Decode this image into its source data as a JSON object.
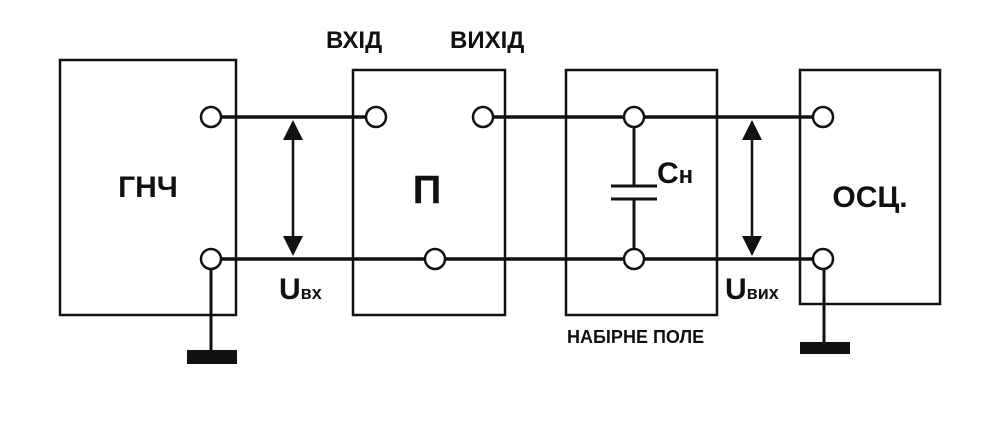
{
  "diagram": {
    "blocks": {
      "generator": {
        "label": "ГНЧ"
      },
      "device": {
        "label": "П",
        "input_label": "ВХІД",
        "output_label": "ВИХІД"
      },
      "panel": {
        "caption": "НАБІРНЕ ПОЛЕ",
        "capacitor": {
          "main": "C",
          "sub": "н"
        }
      },
      "oscilloscope": {
        "label": "ОСЦ."
      }
    },
    "voltages": {
      "input": {
        "main": "U",
        "sub": "вх"
      },
      "output": {
        "main": "U",
        "sub": "вих"
      }
    },
    "colors": {
      "line": "#111111",
      "background": "#ffffff"
    }
  }
}
